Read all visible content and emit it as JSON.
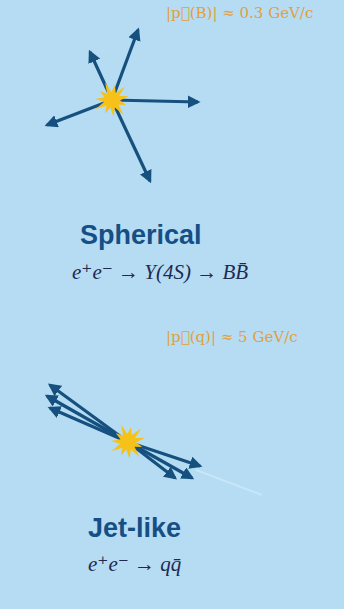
{
  "diagram": {
    "labels": [
      "|p⃗(B)| ≈ 0.3 GeV/c",
      "Spherical",
      "e⁺e⁻ → Υ(4S) → BB̄",
      "|p⃗(q)| ≈ 5 GeV/c",
      "Jet-like",
      "e⁺e⁻ → qq̄"
    ]
  }
}
